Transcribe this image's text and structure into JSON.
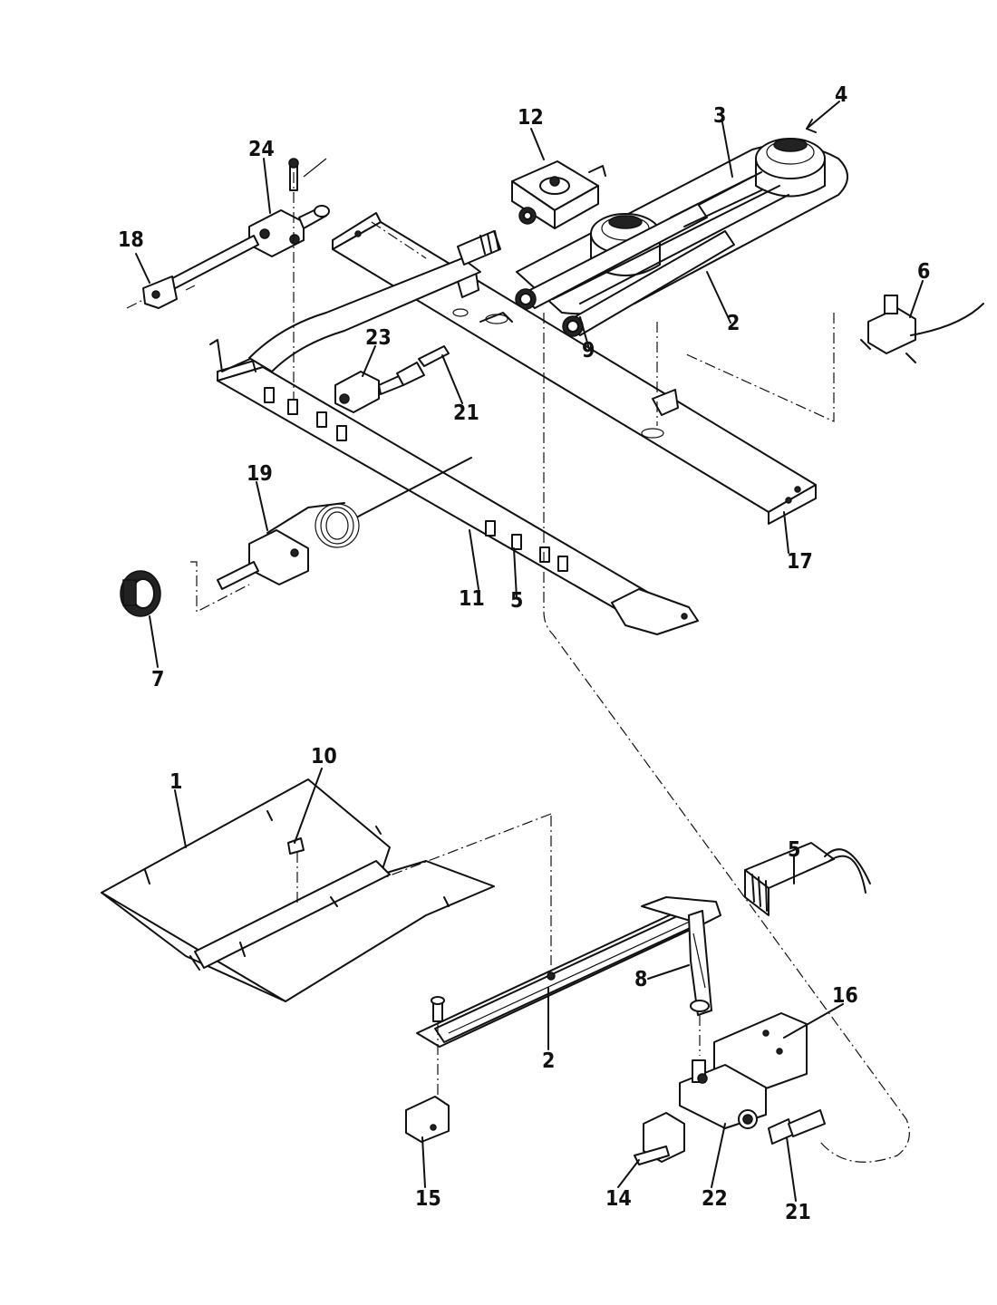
{
  "diagram": {
    "callouts": [
      {
        "id": "1",
        "label": "1"
      },
      {
        "id": "2a",
        "label": "2"
      },
      {
        "id": "2b",
        "label": "2"
      },
      {
        "id": "3",
        "label": "3"
      },
      {
        "id": "4",
        "label": "4"
      },
      {
        "id": "5a",
        "label": "5"
      },
      {
        "id": "5b",
        "label": "5"
      },
      {
        "id": "6",
        "label": "6"
      },
      {
        "id": "7",
        "label": "7"
      },
      {
        "id": "8",
        "label": "8"
      },
      {
        "id": "9",
        "label": "9"
      },
      {
        "id": "10",
        "label": "10"
      },
      {
        "id": "11",
        "label": "11"
      },
      {
        "id": "12",
        "label": "12"
      },
      {
        "id": "14",
        "label": "14"
      },
      {
        "id": "15",
        "label": "15"
      },
      {
        "id": "16",
        "label": "16"
      },
      {
        "id": "17",
        "label": "17"
      },
      {
        "id": "18",
        "label": "18"
      },
      {
        "id": "19",
        "label": "19"
      },
      {
        "id": "21a",
        "label": "21"
      },
      {
        "id": "21b",
        "label": "21"
      },
      {
        "id": "22",
        "label": "22"
      },
      {
        "id": "23",
        "label": "23"
      },
      {
        "id": "24",
        "label": "24"
      }
    ]
  }
}
